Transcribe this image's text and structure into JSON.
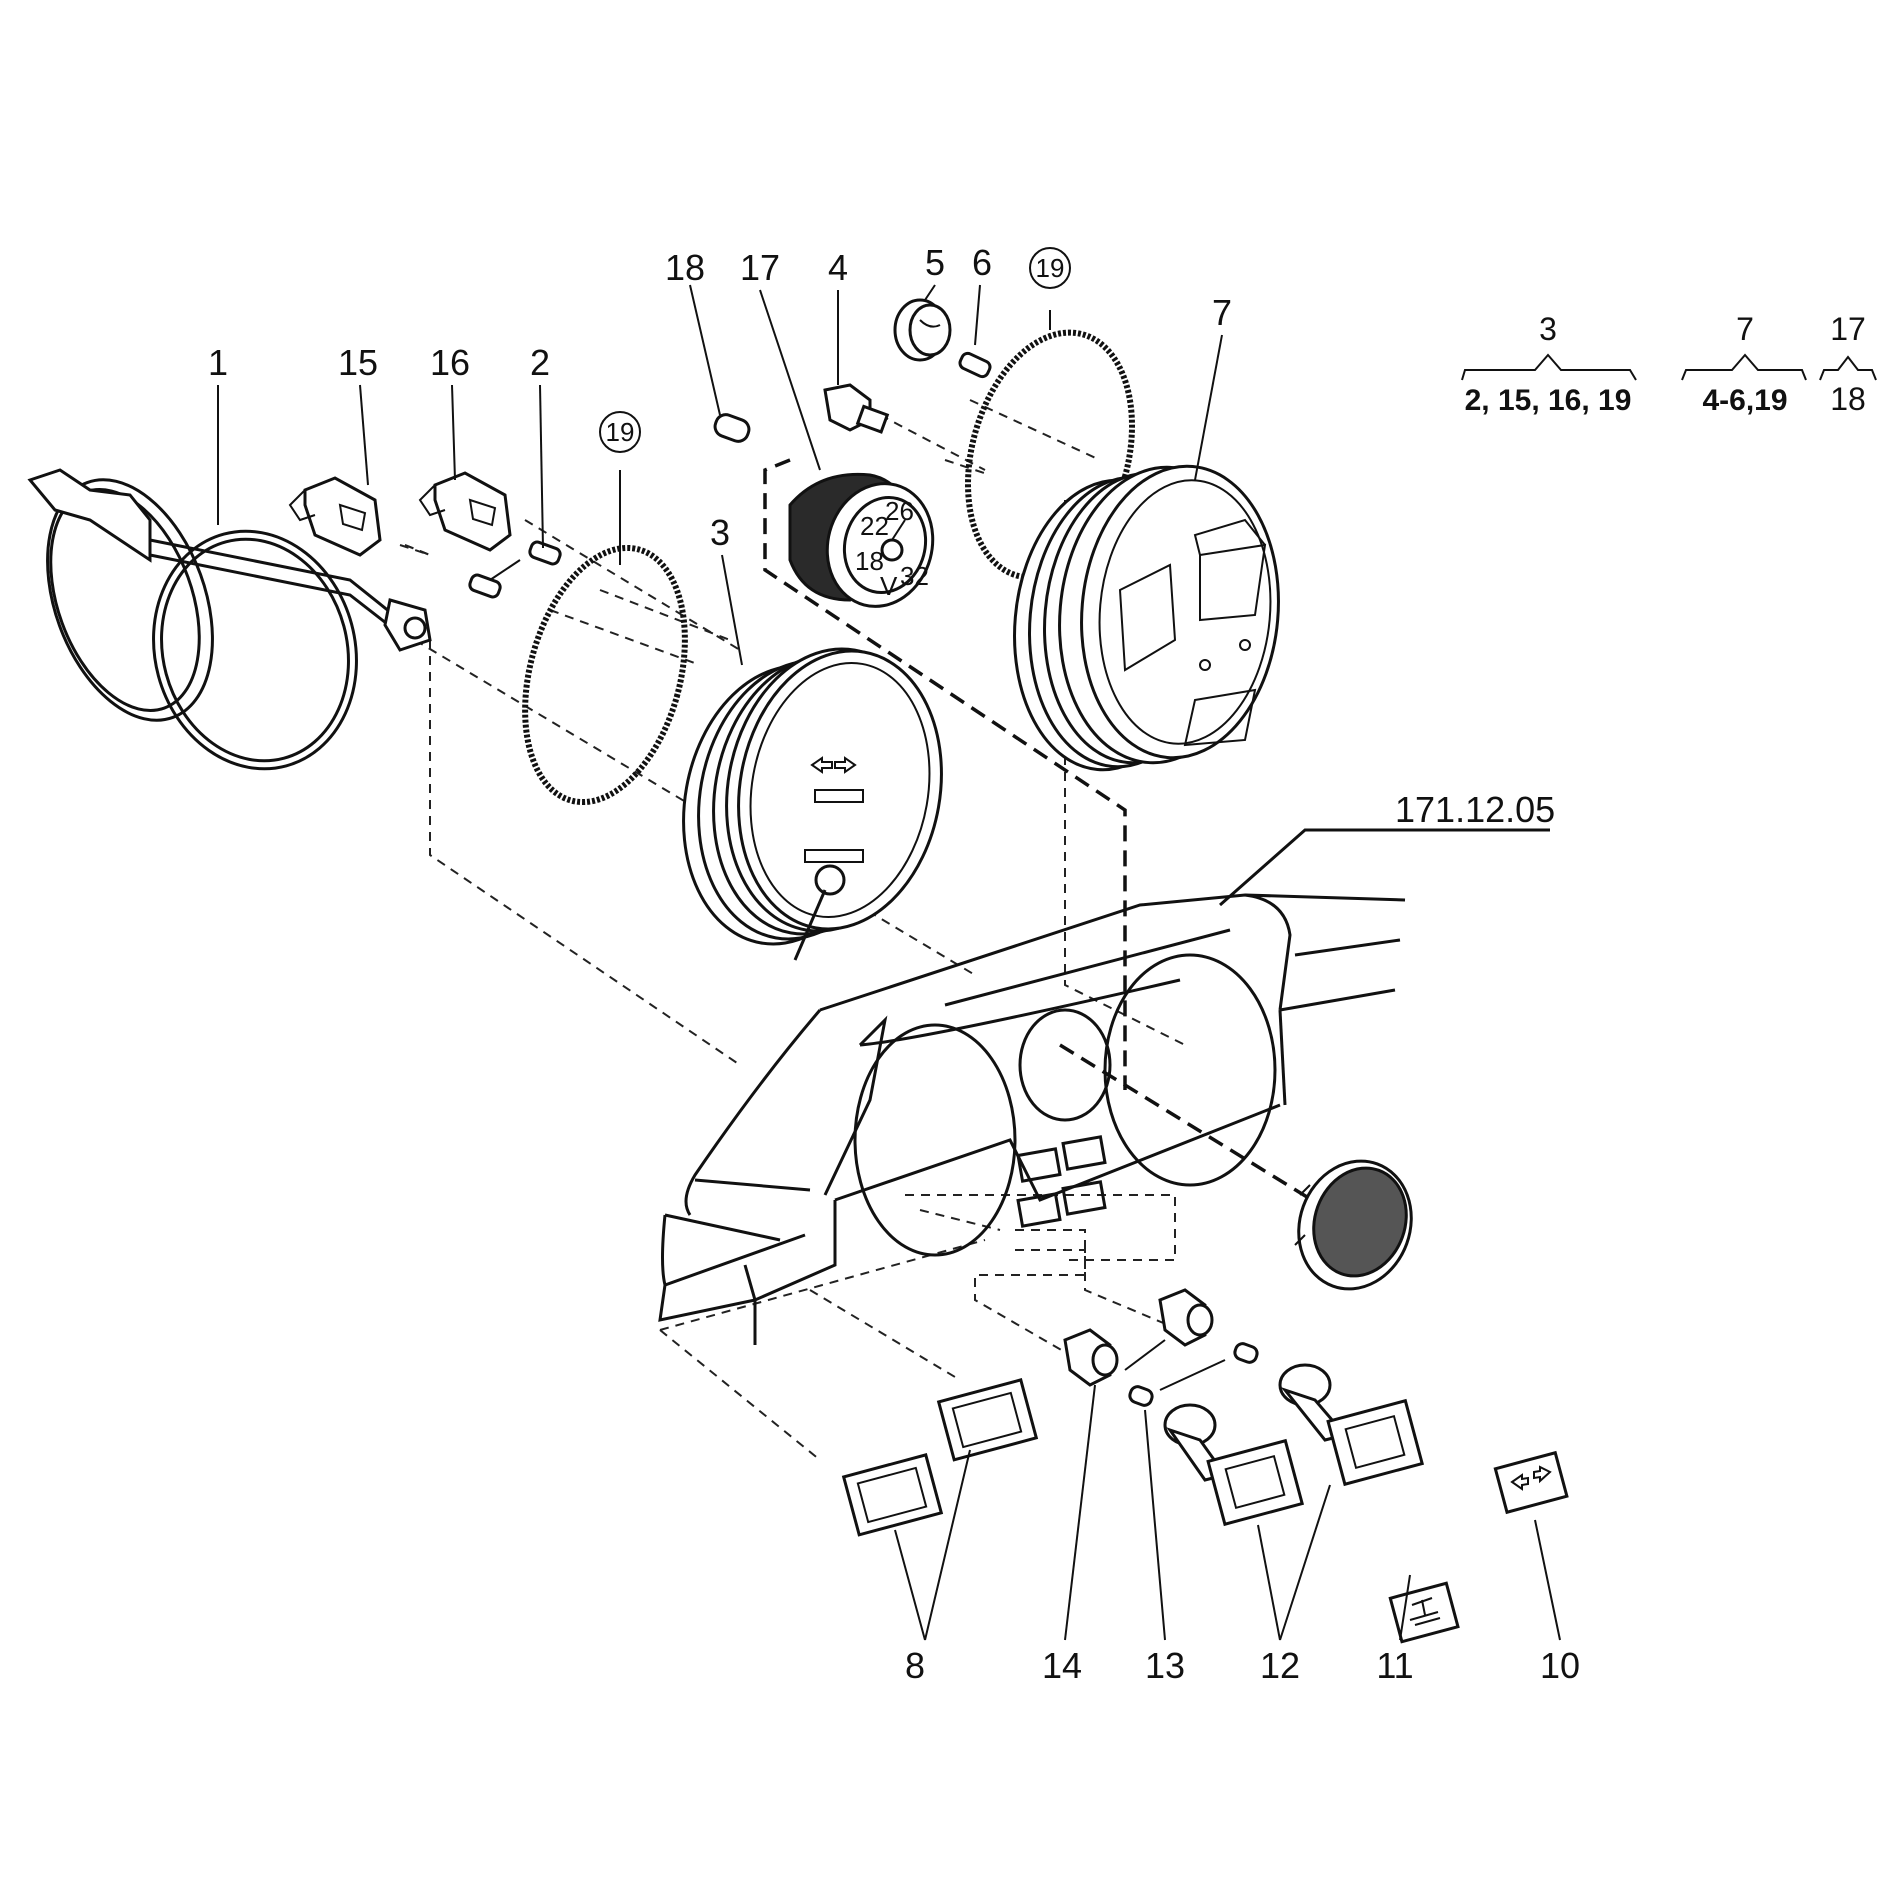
{
  "callouts": [
    {
      "id": "1",
      "label": "1"
    },
    {
      "id": "15",
      "label": "15"
    },
    {
      "id": "16",
      "label": "16"
    },
    {
      "id": "2",
      "label": "2"
    },
    {
      "id": "19a",
      "label": "19"
    },
    {
      "id": "3",
      "label": "3"
    },
    {
      "id": "18",
      "label": "18"
    },
    {
      "id": "17",
      "label": "17"
    },
    {
      "id": "4",
      "label": "4"
    },
    {
      "id": "5",
      "label": "5"
    },
    {
      "id": "6",
      "label": "6"
    },
    {
      "id": "19b",
      "label": "19"
    },
    {
      "id": "7",
      "label": "7"
    },
    {
      "id": "8",
      "label": "8"
    },
    {
      "id": "14",
      "label": "14"
    },
    {
      "id": "13",
      "label": "13"
    },
    {
      "id": "12",
      "label": "12"
    },
    {
      "id": "11",
      "label": "11"
    },
    {
      "id": "10",
      "label": "10"
    }
  ],
  "reference_label": "171.12.05",
  "groups": [
    {
      "parent": "3",
      "children": "2, 15, 16, 19"
    },
    {
      "parent": "7",
      "children": "4-6,19"
    },
    {
      "parent": "17",
      "children": "18"
    }
  ],
  "voltmeter_scale": [
    "18",
    "22",
    "26",
    "32",
    "V"
  ],
  "icons": {
    "turn_signal_symbol": "turn-arrows-icon",
    "four_wheel_drive_symbol": "axle-diagram-icon",
    "grille": "mesh-grille-icon"
  }
}
